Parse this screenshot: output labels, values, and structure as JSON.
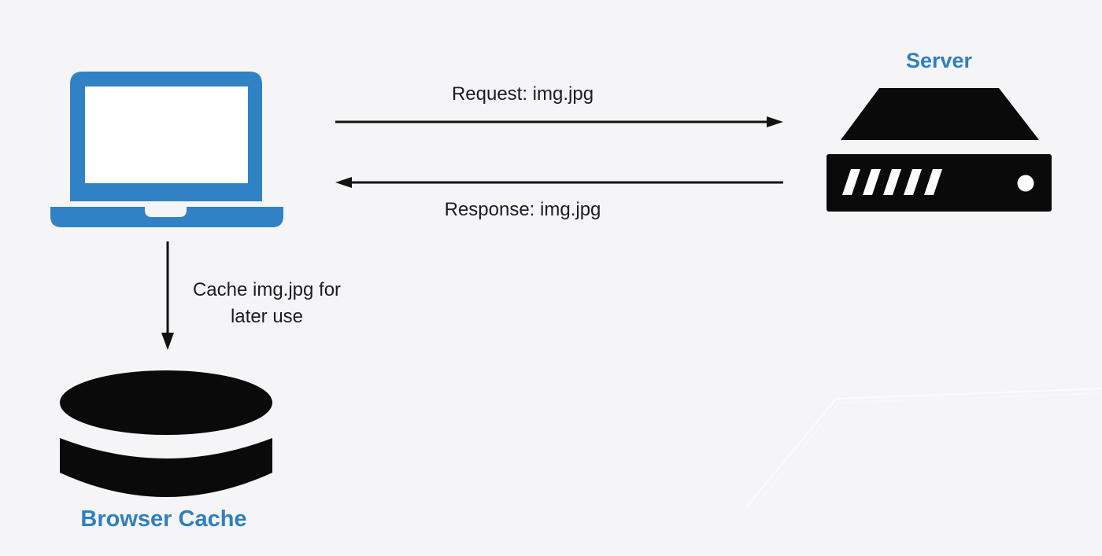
{
  "colors": {
    "background": "#f5f4f6",
    "icon_blue": "#3182c4",
    "label_blue": "#2f7fc1",
    "icon_black": "#0a0a0a",
    "arrow_black": "#121212",
    "text_black": "#1d1d1f",
    "screen_white": "#ffffff",
    "watermark_white": "#ffffff"
  },
  "nodes": {
    "browser": {
      "icon": "laptop-icon"
    },
    "server": {
      "label": "Server",
      "icon": "server-icon"
    },
    "browser_cache": {
      "label": "Browser Cache",
      "icon": "database-icon"
    }
  },
  "edges": {
    "request": {
      "label": "Request: img.jpg",
      "direction": "browser-to-server"
    },
    "response": {
      "label": "Response: img.jpg",
      "direction": "server-to-browser"
    },
    "store": {
      "label_line1": "Cache img.jpg for",
      "label_line2": "later use",
      "direction": "browser-to-cache"
    }
  }
}
